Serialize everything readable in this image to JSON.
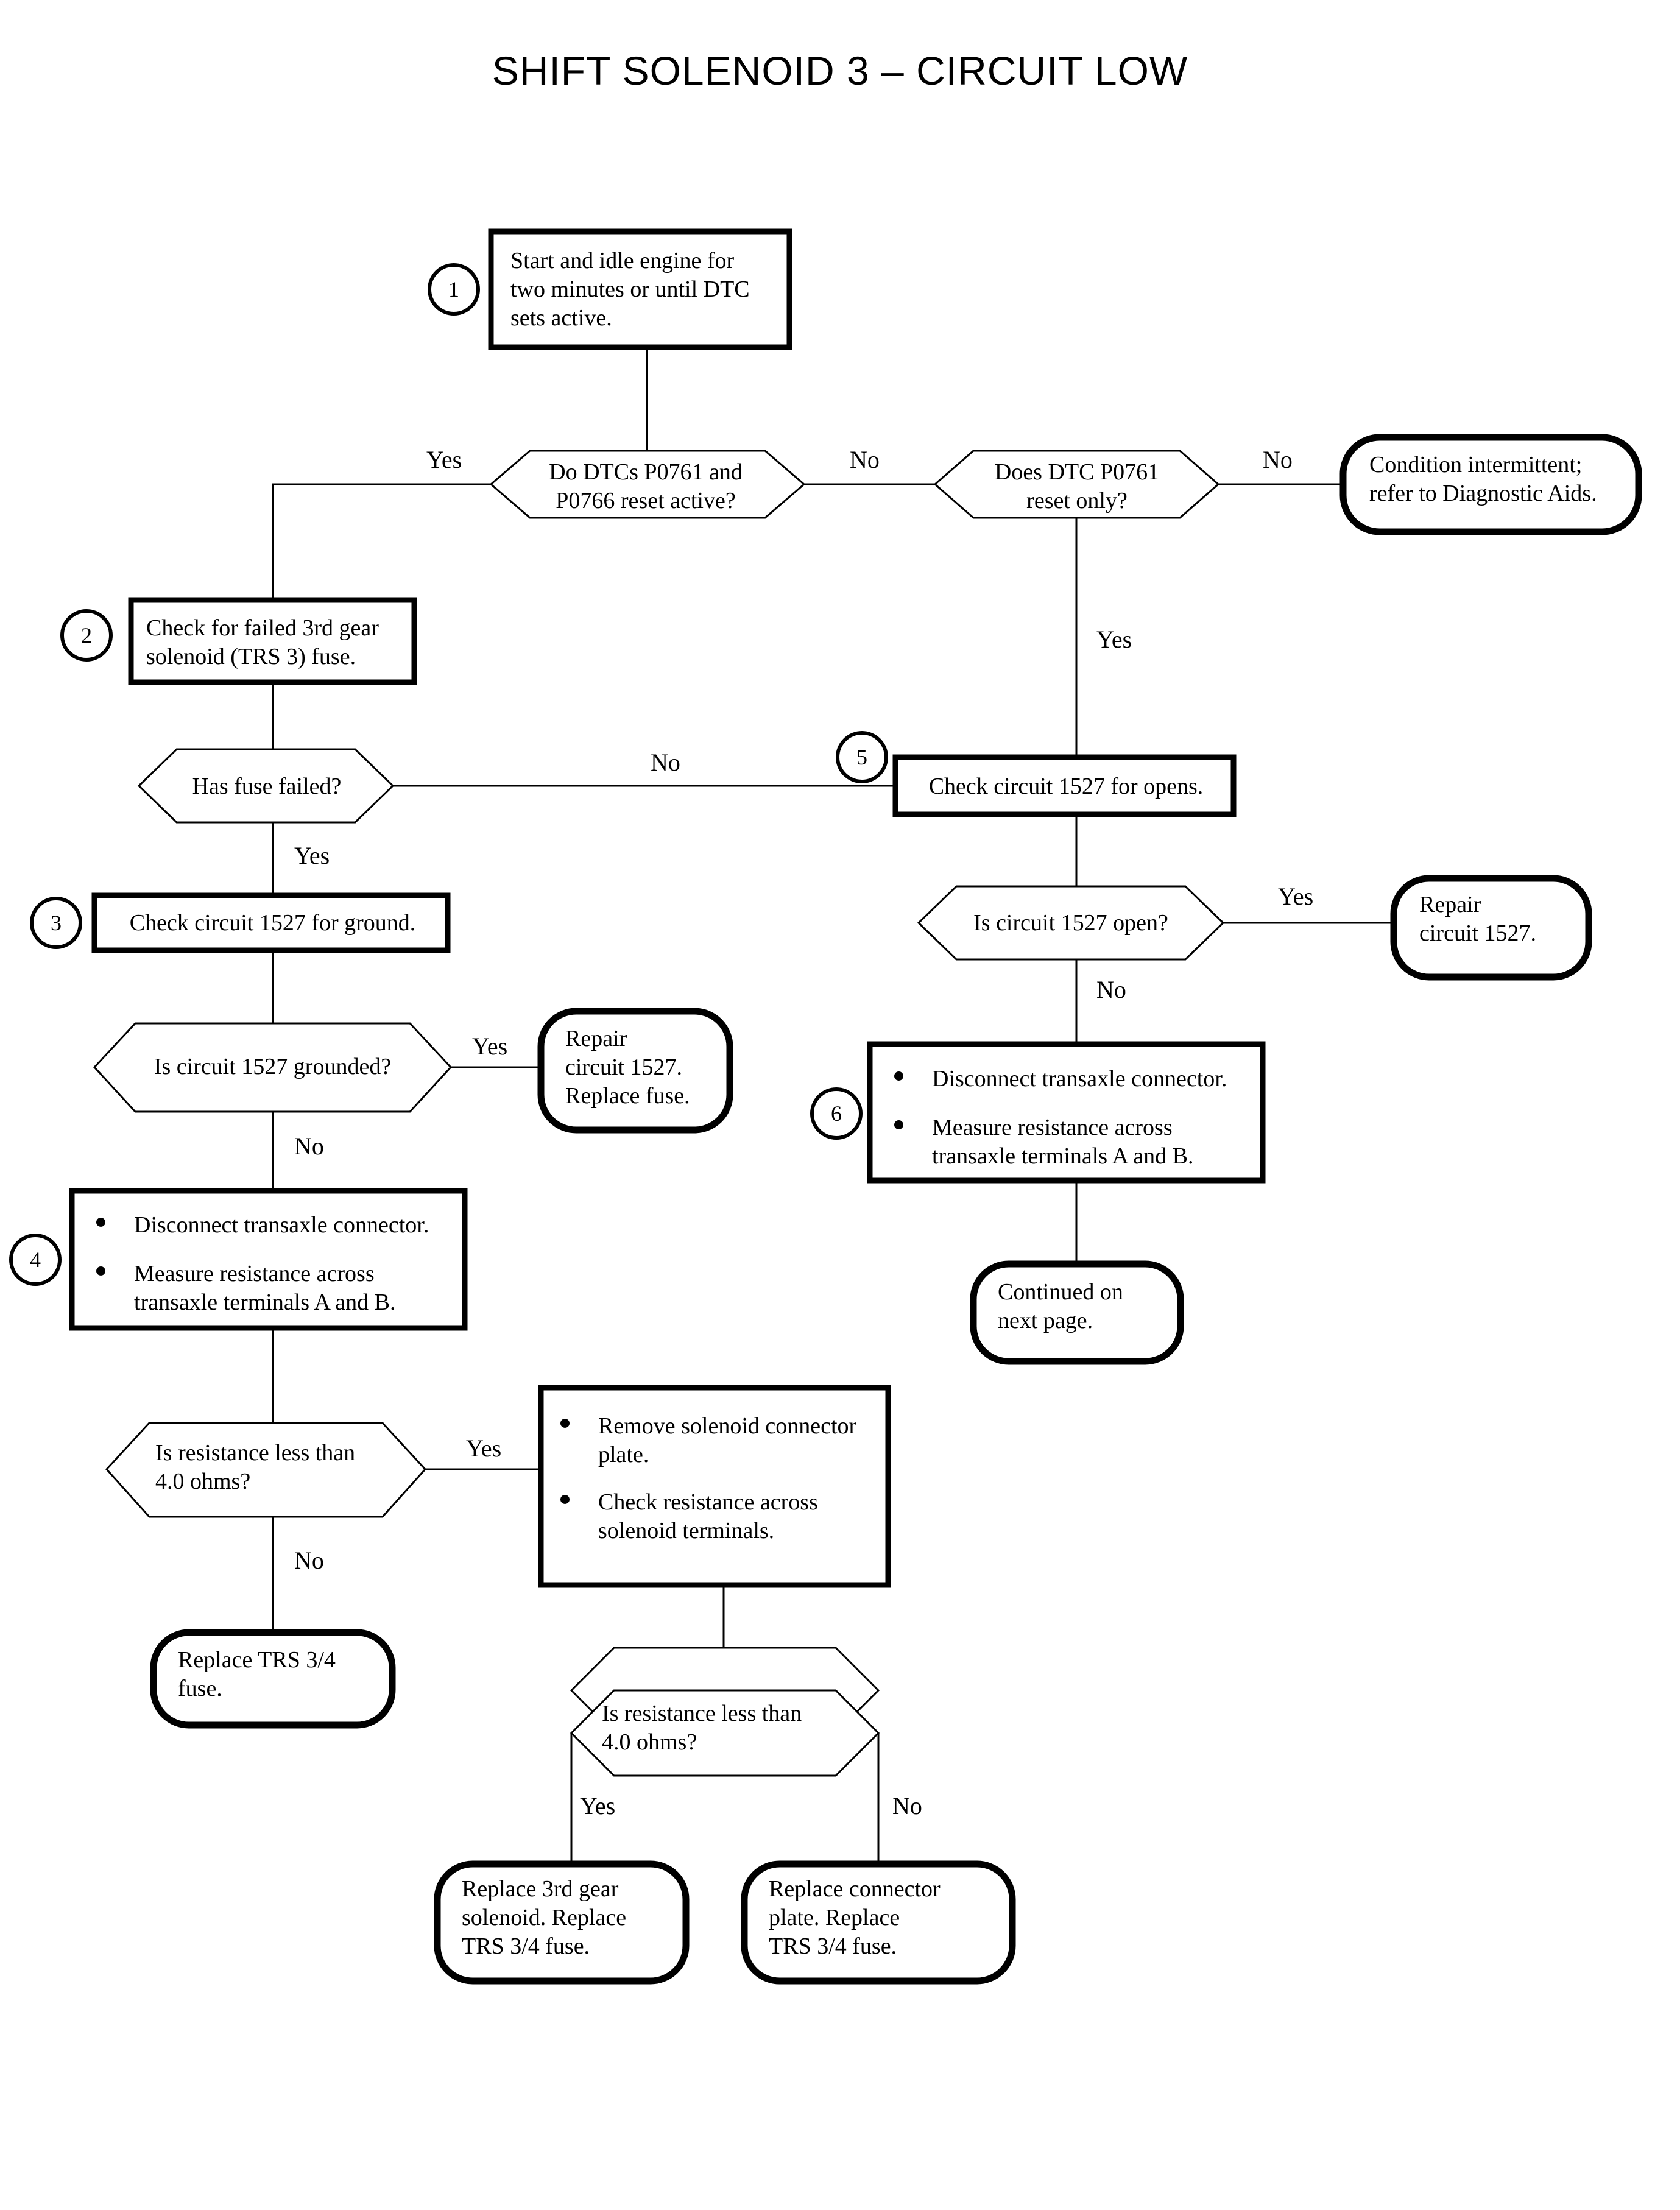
{
  "title": "SHIFT SOLENOID 3 – CIRCUIT LOW",
  "colors": {
    "ink": "#000000",
    "paper": "#ffffff"
  },
  "chart_data": {
    "type": "diagram",
    "diagram_type": "flowchart",
    "title": "SHIFT SOLENOID 3 – CIRCUIT LOW",
    "shapes": {
      "process": "rectangle, thick black border",
      "decision": "elongated hexagon, thin black border",
      "terminal": "rounded rectangle / stadium, thick black border",
      "step_marker": "thin circle containing step number, straddling box left edge"
    },
    "nodes": [
      {
        "id": "n1",
        "step": "1",
        "type": "process",
        "text": "Start and idle engine for two minutes or until DTC sets active."
      },
      {
        "id": "d1",
        "type": "decision",
        "text": "Do DTCs P0761 and P0766 reset active?"
      },
      {
        "id": "d2",
        "type": "decision",
        "text": "Does DTC P0761 reset only?"
      },
      {
        "id": "t1",
        "type": "terminal",
        "text": "Condition intermittent; refer to Diagnostic Aids."
      },
      {
        "id": "n2",
        "step": "2",
        "type": "process",
        "text": "Check for failed 3rd gear solenoid (TRS 3) fuse."
      },
      {
        "id": "d3",
        "type": "decision",
        "text": "Has fuse failed?"
      },
      {
        "id": "n5",
        "step": "5",
        "type": "process",
        "text": "Check circuit 1527 for opens."
      },
      {
        "id": "n3",
        "step": "3",
        "type": "process",
        "text": "Check circuit 1527 for ground."
      },
      {
        "id": "d4",
        "type": "decision",
        "text": "Is circuit 1527 open?"
      },
      {
        "id": "t2",
        "type": "terminal",
        "text": "Repair circuit 1527."
      },
      {
        "id": "d5",
        "type": "decision",
        "text": "Is circuit 1527 grounded?"
      },
      {
        "id": "t3",
        "type": "terminal",
        "text": "Repair circuit 1527. Replace fuse."
      },
      {
        "id": "n6",
        "step": "6",
        "type": "process",
        "text": "Disconnect transaxle connector. / Measure resistance across transaxle terminals A and B."
      },
      {
        "id": "n4",
        "step": "4",
        "type": "process",
        "text": "Disconnect transaxle connector. / Measure resistance across transaxle terminals A and B."
      },
      {
        "id": "t4",
        "type": "terminal",
        "text": "Continued on next page."
      },
      {
        "id": "d6",
        "type": "decision",
        "text": "Is resistance less than 4.0 ohms?"
      },
      {
        "id": "n7",
        "type": "process",
        "text": "Remove solenoid connector plate. / Check resistance across solenoid terminals."
      },
      {
        "id": "t5",
        "type": "terminal",
        "text": "Replace TRS 3/4 fuse."
      },
      {
        "id": "d7",
        "type": "decision",
        "text": "Is resistance less than 4.0 ohms?"
      },
      {
        "id": "t6",
        "type": "terminal",
        "text": "Replace 3rd gear solenoid. Replace TRS 3/4 fuse."
      },
      {
        "id": "t7",
        "type": "terminal",
        "text": "Replace connector plate. Replace TRS 3/4 fuse."
      }
    ],
    "edges": [
      {
        "from": "n1",
        "to": "d1",
        "label": ""
      },
      {
        "from": "d1",
        "to": "n2",
        "label": "Yes"
      },
      {
        "from": "d1",
        "to": "d2",
        "label": "No"
      },
      {
        "from": "d2",
        "to": "t1",
        "label": "No"
      },
      {
        "from": "d2",
        "to": "n5",
        "label": "Yes"
      },
      {
        "from": "n2",
        "to": "d3",
        "label": ""
      },
      {
        "from": "d3",
        "to": "n5",
        "label": "No"
      },
      {
        "from": "d3",
        "to": "n3",
        "label": "Yes"
      },
      {
        "from": "n5",
        "to": "d4",
        "label": ""
      },
      {
        "from": "d4",
        "to": "t2",
        "label": "Yes"
      },
      {
        "from": "d4",
        "to": "n6",
        "label": "No"
      },
      {
        "from": "n3",
        "to": "d5",
        "label": ""
      },
      {
        "from": "d5",
        "to": "t3",
        "label": "Yes"
      },
      {
        "from": "d5",
        "to": "n4",
        "label": "No"
      },
      {
        "from": "n6",
        "to": "t4",
        "label": ""
      },
      {
        "from": "n4",
        "to": "d6",
        "label": ""
      },
      {
        "from": "d6",
        "to": "n7",
        "label": "Yes"
      },
      {
        "from": "d6",
        "to": "t5",
        "label": "No"
      },
      {
        "from": "n7",
        "to": "d7",
        "label": ""
      },
      {
        "from": "d7",
        "to": "t6",
        "label": "Yes"
      },
      {
        "from": "d7",
        "to": "t7",
        "label": "No"
      }
    ]
  },
  "nodes": {
    "n1": {
      "step": "1",
      "text": "Start and idle engine for\ntwo minutes or until DTC\nsets active."
    },
    "d1": {
      "text": "Do DTCs P0761 and\nP0766 reset active?"
    },
    "d2": {
      "text": "Does DTC P0761\nreset only?"
    },
    "t1": {
      "text": "Condition intermittent;\nrefer to Diagnostic Aids."
    },
    "n2": {
      "step": "2",
      "text": "Check for failed 3rd gear\nsolenoid (TRS 3) fuse."
    },
    "d3": {
      "text": "Has fuse failed?"
    },
    "n5": {
      "step": "5",
      "text": "Check circuit 1527 for opens."
    },
    "n3": {
      "step": "3",
      "text": "Check circuit 1527 for ground."
    },
    "d4": {
      "text": "Is circuit 1527 open?"
    },
    "t2": {
      "text": "Repair\ncircuit 1527."
    },
    "d5": {
      "text": "Is circuit 1527 grounded?"
    },
    "t3": {
      "text": "Repair\ncircuit 1527.\nReplace fuse."
    },
    "n6": {
      "step": "6",
      "bullet1": "Disconnect transaxle connector.",
      "bullet2": "Measure resistance across\ntransaxle terminals A and B."
    },
    "n4": {
      "step": "4",
      "bullet1": "Disconnect transaxle connector.",
      "bullet2": "Measure resistance across\ntransaxle terminals A and B."
    },
    "t4": {
      "text": "Continued on\nnext page."
    },
    "d6": {
      "text": "Is resistance less than\n4.0 ohms?"
    },
    "n7": {
      "bullet1": "Remove solenoid connector\nplate.",
      "bullet2": "Check resistance across\nsolenoid terminals."
    },
    "t5": {
      "text": "Replace TRS 3/4\nfuse."
    },
    "d7": {
      "text": "Is resistance less than\n4.0 ohms?"
    },
    "t6": {
      "text": "Replace 3rd gear\nsolenoid. Replace\nTRS 3/4 fuse."
    },
    "t7": {
      "text": "Replace connector\nplate. Replace\nTRS 3/4 fuse."
    }
  },
  "branch_labels": {
    "d1_yes": "Yes",
    "d1_no": "No",
    "d2_no": "No",
    "d2_yes": "Yes",
    "d3_no": "No",
    "d3_yes": "Yes",
    "d4_yes": "Yes",
    "d4_no": "No",
    "d5_yes": "Yes",
    "d5_no": "No",
    "d6_yes": "Yes",
    "d6_no": "No",
    "d7_yes": "Yes",
    "d7_no": "No"
  }
}
